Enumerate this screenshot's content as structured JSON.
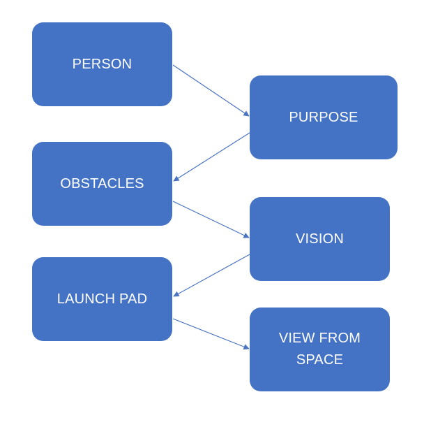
{
  "colors": {
    "node_fill": "#4472c4",
    "node_text": "#ffffff",
    "connector": "#4a73c0",
    "background": "#ffffff"
  },
  "nodes": [
    {
      "id": "person",
      "label": "PERSON"
    },
    {
      "id": "purpose",
      "label": "PURPOSE"
    },
    {
      "id": "obstacles",
      "label": "OBSTACLES"
    },
    {
      "id": "vision",
      "label": "VISION"
    },
    {
      "id": "launch-pad",
      "label": "LAUNCH PAD"
    },
    {
      "id": "view-from-space",
      "label": "VIEW FROM\nSPACE"
    }
  ],
  "edges": [
    {
      "from": "person",
      "to": "purpose"
    },
    {
      "from": "purpose",
      "to": "obstacles"
    },
    {
      "from": "obstacles",
      "to": "vision"
    },
    {
      "from": "vision",
      "to": "launch-pad"
    },
    {
      "from": "launch-pad",
      "to": "view-from-space"
    }
  ]
}
